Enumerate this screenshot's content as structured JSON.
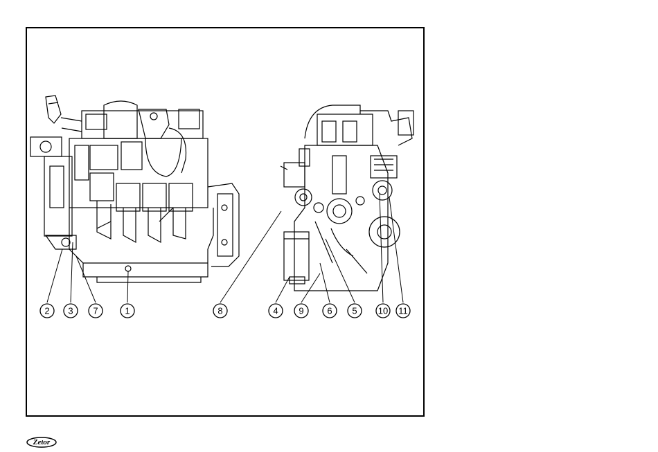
{
  "figure": {
    "callouts": [
      {
        "label": "2"
      },
      {
        "label": "3"
      },
      {
        "label": "7"
      },
      {
        "label": "1"
      },
      {
        "label": "8"
      },
      {
        "label": "4"
      },
      {
        "label": "9"
      },
      {
        "label": "6"
      },
      {
        "label": "5"
      },
      {
        "label": "10"
      },
      {
        "label": "11"
      }
    ]
  },
  "footer": {
    "logo_text": "Zetor"
  },
  "colors": {
    "line": "#000000",
    "background": "#ffffff"
  }
}
